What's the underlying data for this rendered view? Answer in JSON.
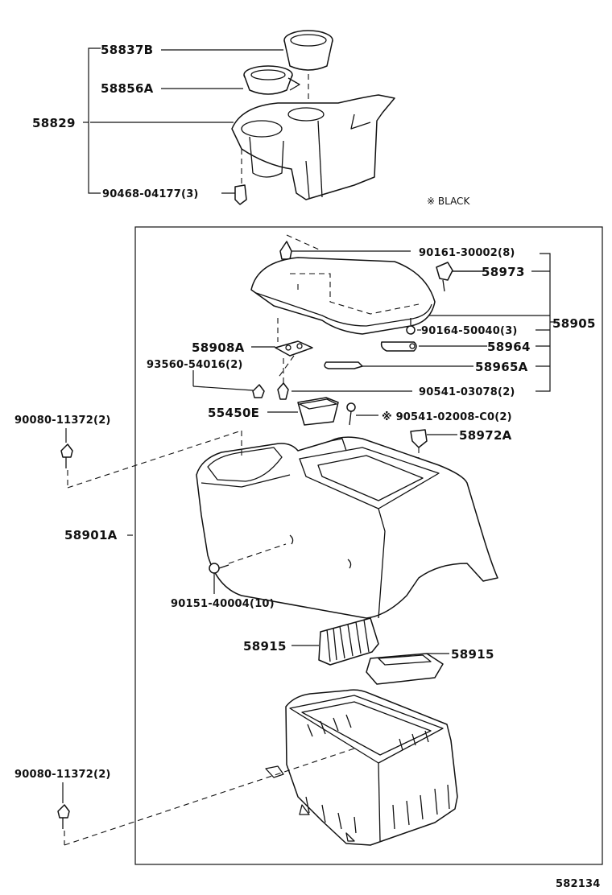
{
  "labels": {
    "cup_insert": "58837B",
    "cup_ring": "58856A",
    "cup_holder": "58829",
    "cup_clip": "90468-04177(3)",
    "black_note": "※ BLACK",
    "clip_top": "90161-30002(8)",
    "screw_58973": "58973",
    "lid_assy": "58905",
    "screw_90164": "90164-50040(3)",
    "hinge_58964": "58964",
    "rod_58965a": "58965A",
    "plate_58908a": "58908A",
    "bolt_93560": "93560-54016(2)",
    "bolt_90541_03078": "90541-03078(2)",
    "box_55450e": "55450E",
    "screw_90541_02008": "※ 90541-02008-C0(2)",
    "clip_58972a": "58972A",
    "bolt_90080_upper": "90080-11372(2)",
    "console_58901a": "58901A",
    "screw_90151": "90151-40004(10)",
    "boot_left": "58915",
    "boot_right": "58915",
    "bolt_90080_lower": "90080-11372(2)",
    "diagram_id": "582134"
  }
}
